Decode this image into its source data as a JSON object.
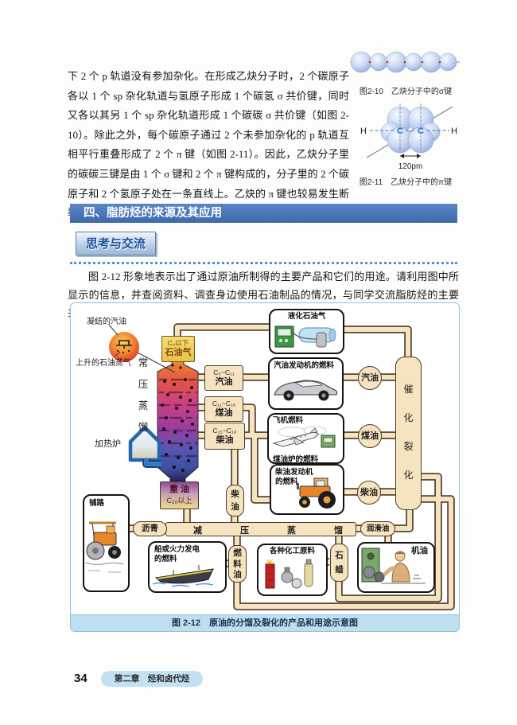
{
  "page": {
    "main_paragraph": "下 2 个 p 轨道没有参加杂化。在形成乙炔分子时，2 个碳原子各以 1 个 sp 杂化轨道与氢原子形成 1 个碳氢 σ 共价键，同时又各以其另 1 个 sp 杂化轨道形成 1 个碳碳 σ 共价键（如图 2-10）。除此之外，每个碳原子通过 2 个未参加杂化的 p 轨道互相平行重叠形成了 2 个 π 键（如图 2-11）。因此，乙炔分子里的碳碳三键是由 1 个 σ 键和 2 个 π 键构成的，分子里的 2 个碳原子和 2 个氢原子处在一条直线上。乙炔的 π 键也较易发生断裂，易发生加成反应和氧化反应。",
    "fig210_caption": "图2-10　乙炔分子中的σ键",
    "fig211_caption": "图2-11　乙炔分子中的π键",
    "fig211": {
      "h_left": "H",
      "c_left": "C",
      "c_right": "C",
      "h_right": "H",
      "distance": "120pm"
    },
    "section_header": "四、脂肪烃的来源及其应用",
    "activity_title": "思考与交流",
    "activity_paragraph": "图 2-12 形象地表示出了通过原油所制得的主要产品和它们的用途。请利用图中所显示的信息，并查阅资料、调查身边使用石油制品的情况，与同学交流脂肪烃的主要来源及其应用。",
    "footer": {
      "page_number": "34",
      "chapter_label": "第二章　烃和卤代烃"
    }
  },
  "diagram": {
    "caption": "图 2-12　原油的分馏及裂化的产品和用途示意图",
    "condensed_label": "凝结的汽油",
    "vapor_label": "上升的石油蒸气",
    "atmos_label": "常压蒸馏",
    "furnace_label": "加热炉",
    "petro_gas": {
      "line1": "C₄以下",
      "line2": "石油气"
    },
    "fractions": [
      {
        "range": "C₅~C₁₁",
        "name": "汽油"
      },
      {
        "range": "C₁₁~C₁₆",
        "name": "煤油"
      },
      {
        "range": "C₁₅~C₁₈",
        "name": "柴油"
      }
    ],
    "heavy_oil": {
      "line1": "重 油",
      "line2": "C₂₀以上"
    },
    "vacuum_chars": [
      "减",
      "压",
      "蒸",
      "馏"
    ],
    "asphalt": "沥青",
    "diesel_pill": "柴油",
    "fuel_oil_pill": "燃料油",
    "wax_pill": "石蜡",
    "lube_label": "润滑油",
    "circle_gasoline": "汽油",
    "circle_kerosene": "煤油",
    "circle_diesel": "柴油",
    "cracking_label": "催化裂化",
    "apps": {
      "lpg": "液化石油气",
      "car": "汽油发动机的燃料",
      "plane_top": "飞机燃料",
      "plane_bottom": "煤油炉的燃料",
      "tractor_l1": "柴油发动机",
      "tractor_l2": "的燃料",
      "paving": "铺路",
      "ship_l1": "船或火力发电",
      "ship_l2": "的燃料",
      "chem": "各种化工原料",
      "engine_oil": "机油"
    }
  }
}
